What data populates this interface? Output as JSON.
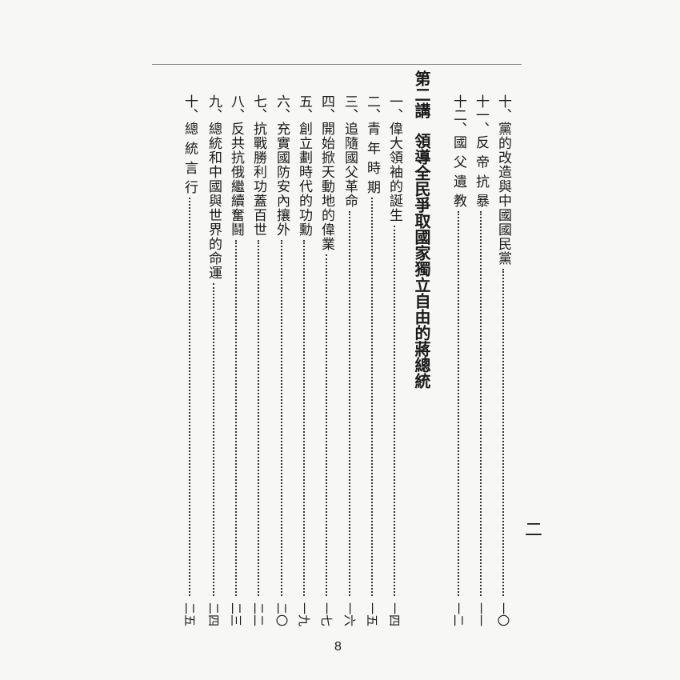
{
  "running_head": "二",
  "folio": "8",
  "prev_entries": [
    {
      "num": "十、",
      "title": "黨的改造與中國國民黨",
      "page": "一〇"
    },
    {
      "num": "十一、",
      "title": "反 帝 抗 暴",
      "page": "一一"
    },
    {
      "num": "十二、",
      "title": "國 父 遺 教",
      "page": "一二"
    }
  ],
  "chapter": {
    "label": "第二講",
    "title": "領導全民爭取國家獨立自由的蔣總統"
  },
  "entries": [
    {
      "num": "一、",
      "title": "偉大領袖的誕生",
      "page": "一四"
    },
    {
      "num": "二、",
      "title": "青 年 時 期",
      "page": "一五"
    },
    {
      "num": "三、",
      "title": "追隨國父革命",
      "page": "一六"
    },
    {
      "num": "四、",
      "title": "開始掀天動地的偉業",
      "page": "一七"
    },
    {
      "num": "五、",
      "title": "創立劃時代的功勳",
      "page": "一九"
    },
    {
      "num": "六、",
      "title": "充實國防安內攘外",
      "page": "二〇"
    },
    {
      "num": "七、",
      "title": "抗戰勝利功蓋百世",
      "page": "二二"
    },
    {
      "num": "八、",
      "title": "反共抗俄繼續奮鬪",
      "page": "二三"
    },
    {
      "num": "九、",
      "title": "總統和中國與世界的命運",
      "page": "二四"
    },
    {
      "num": "十、",
      "title": "總 統 言 行",
      "page": "二五"
    }
  ]
}
